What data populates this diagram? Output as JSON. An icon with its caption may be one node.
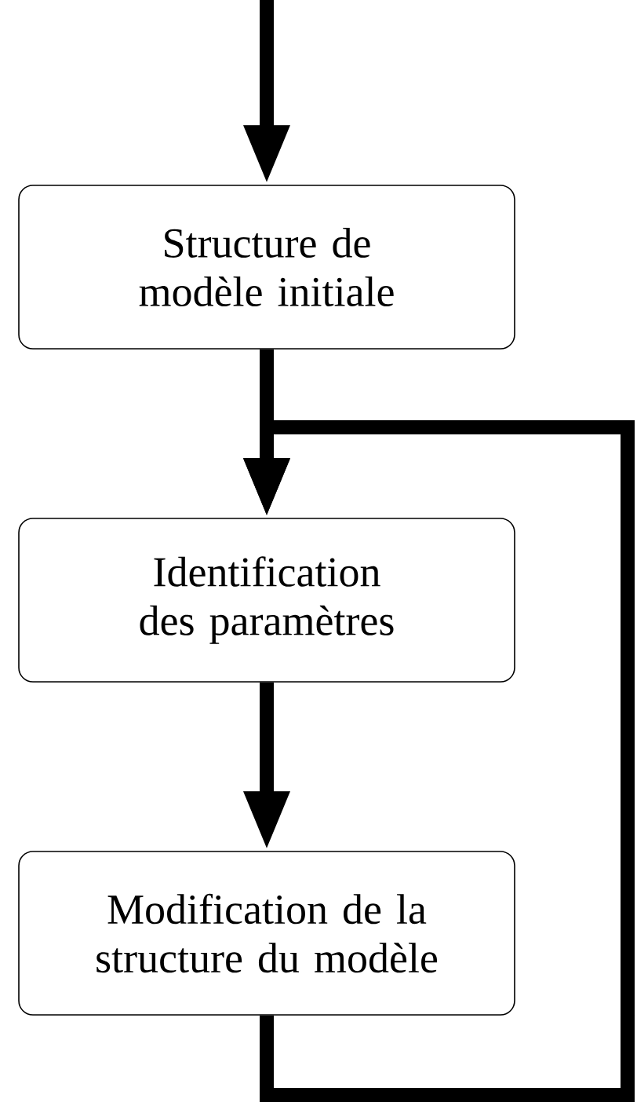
{
  "diagram": {
    "nodes": [
      {
        "text": [
          "Structure de modèle initiale"
        ]
      },
      {
        "text": [
          "Identification des paramètres"
        ]
      },
      {
        "text": [
          "Modification de la structure du modèle"
        ]
      }
    ],
    "edges": [
      {
        "from": null,
        "to": 0,
        "arrow": "to"
      },
      {
        "from": 0,
        "to": 1,
        "arrow": "to"
      },
      {
        "from": 1,
        "to": 2,
        "arrow": "to"
      },
      {
        "from": 2,
        "to": 1,
        "arrow": "to"
      }
    ]
  }
}
